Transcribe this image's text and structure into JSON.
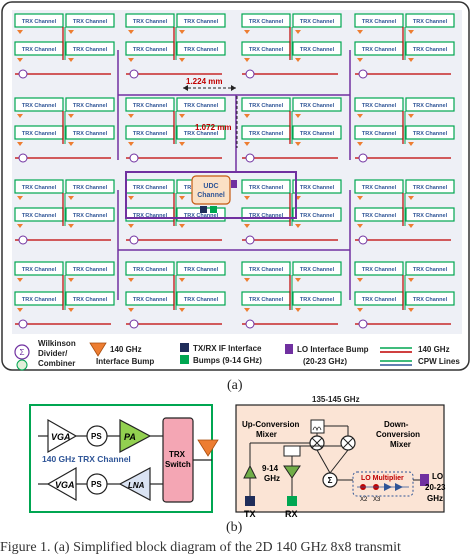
{
  "trx_label": "TRX Channel",
  "dim_h": "1.224 mm",
  "dim_v": "1.072 mm",
  "udc": {
    "line1": "UDC",
    "line2": "Channel"
  },
  "legend": {
    "wilkinson": [
      "Wilkinson",
      "Divider/",
      "Combiner"
    ],
    "bump140": [
      "140 GHz",
      "Interface Bump"
    ],
    "if_bump": [
      "TX/RX IF Interface",
      "Bumps (9-14 GHz)"
    ],
    "lo_bump": [
      "LO Interface Bump",
      "(20-23 GHz)"
    ],
    "lines": [
      "140 GHz",
      "CPW Lines"
    ]
  },
  "sub_a": "(a)",
  "sub_b": "(b)",
  "channel_diagram": {
    "vga": "VGA",
    "ps": "PS",
    "pa": "PA",
    "lna": "LNA",
    "switch": [
      "TRX",
      "Switch"
    ],
    "caption": "140 GHz TRX Channel"
  },
  "udc_diagram": {
    "freq": "135-145 GHz",
    "up": [
      "Up-Conversion",
      "Mixer"
    ],
    "down": [
      "Down-",
      "Conversion",
      "Mixer"
    ],
    "if": [
      "9-14",
      "GHz"
    ],
    "tx": "TX",
    "rx": "RX",
    "lo_mult": "LO Multiplier",
    "x2": "X2",
    "x3": "X3",
    "lo": [
      "LO",
      "20-23",
      "GHz"
    ]
  },
  "caption": "Figure 1. (a) Simplified block diagram of the 2D 140 GHz 8x8 transmit"
}
